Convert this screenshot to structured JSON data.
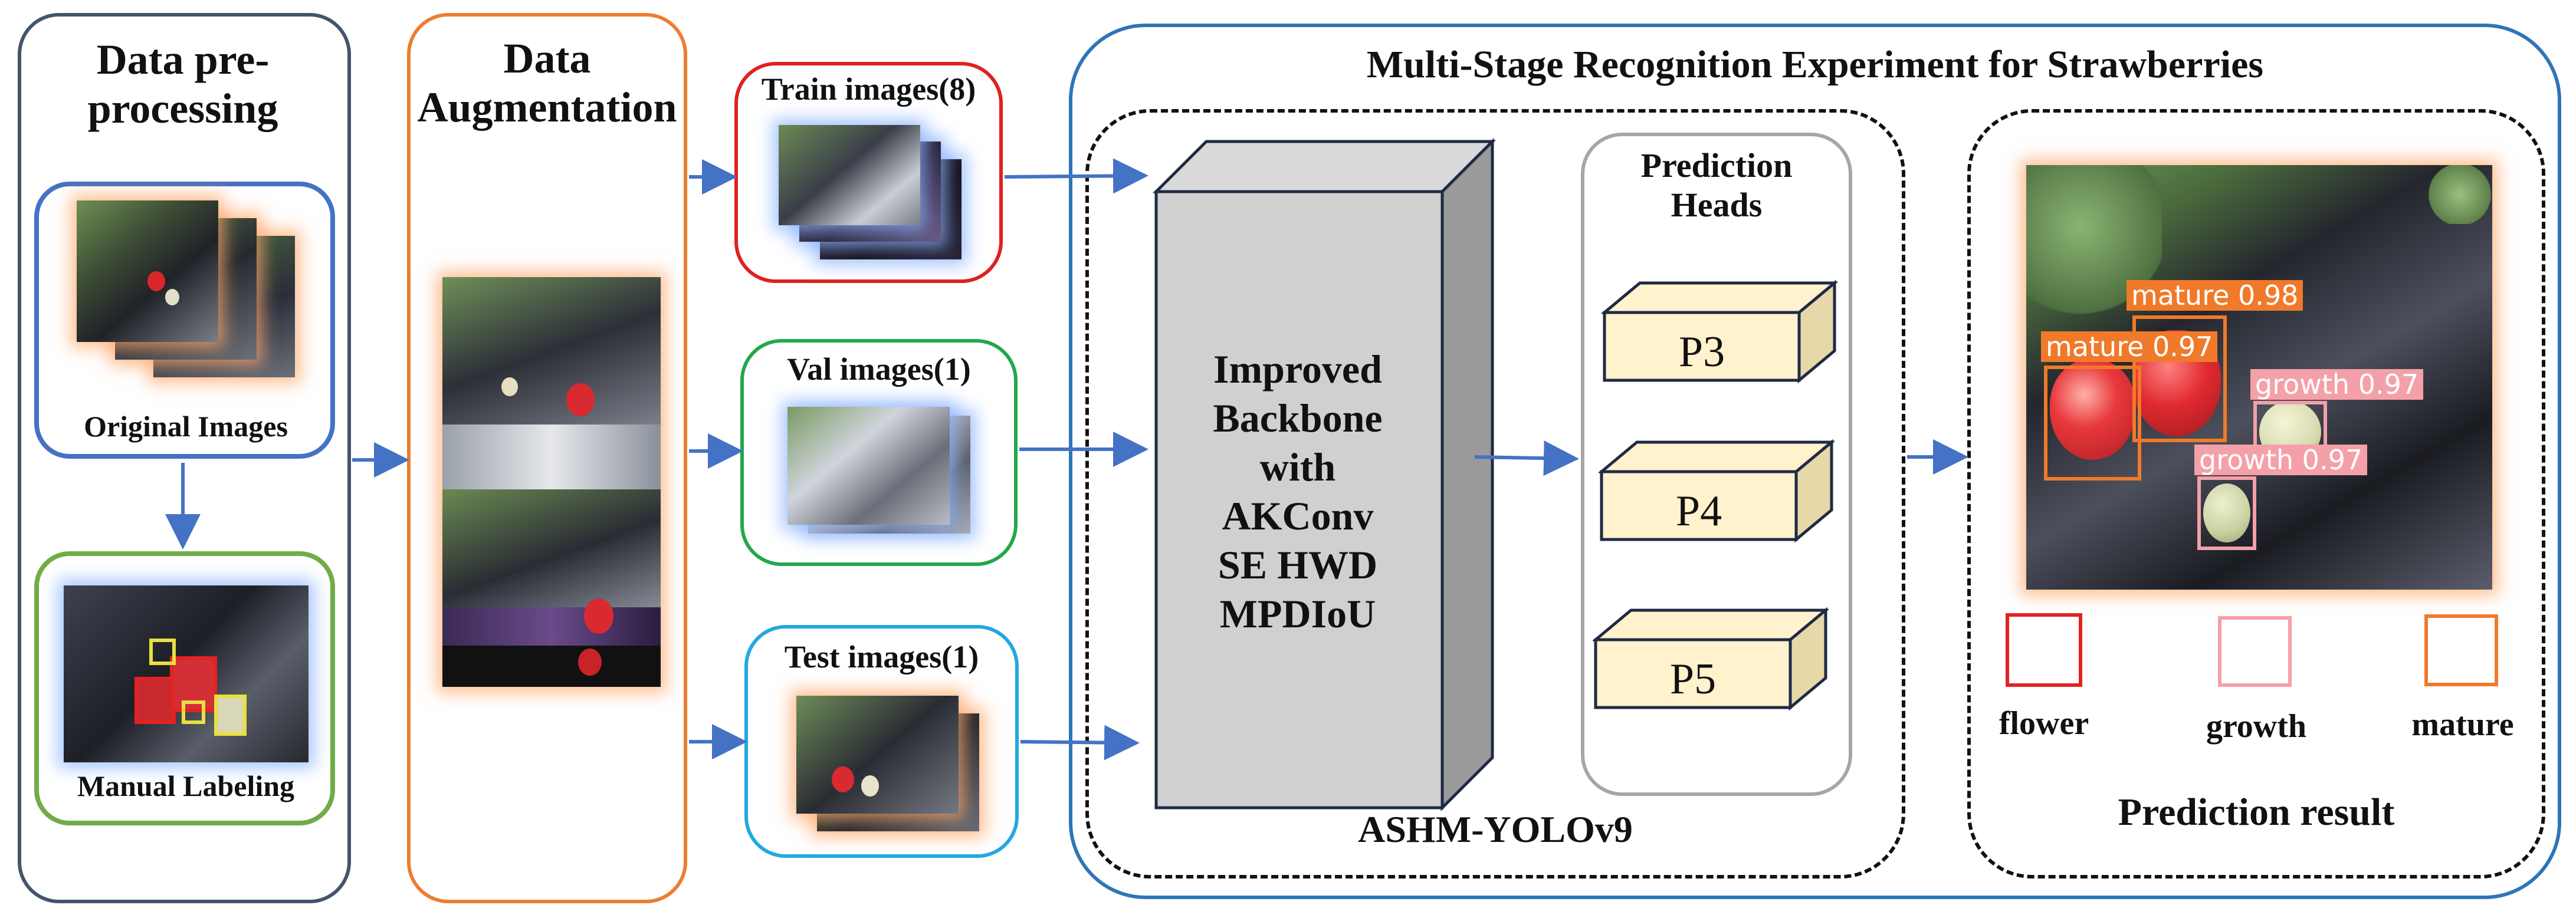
{
  "colors": {
    "arrow": "#4472C4",
    "preprocess_border": "#44546A",
    "augment_border": "#ED7D31",
    "train_border": "#E02020",
    "val_border": "#22A84A",
    "test_border": "#22A8E0",
    "original_border": "#4472C4",
    "labeling_border": "#70AD47",
    "experiment_border": "#2E75B6",
    "heads_border": "#A6A6A6",
    "flower": "#E32222",
    "growth": "#F4A0A8",
    "mature": "#F07A2A"
  },
  "preprocessing": {
    "title": "Data pre-processing",
    "original_label": "Original Images",
    "labeling_label": "Manual Labeling"
  },
  "augmentation": {
    "title": "Data Augmentation"
  },
  "splits": {
    "train": "Train images(8)",
    "val": "Val images(1)",
    "test": "Test images(1)"
  },
  "experiment": {
    "title": "Multi-Stage Recognition Experiment for Strawberries",
    "model_name": "ASHM-YOLOv9",
    "backbone_lines": [
      "Improved",
      "Backbone",
      "with",
      "AKConv",
      "SE HWD",
      "MPDIoU"
    ],
    "heads_title": "Prediction Heads",
    "heads": [
      "P3",
      "P4",
      "P5"
    ]
  },
  "prediction": {
    "title": "Prediction result",
    "detections": [
      {
        "label": "mature 0.98",
        "cls": "mature"
      },
      {
        "label": "mature 0.97",
        "cls": "mature"
      },
      {
        "label": "growth 0.97",
        "cls": "growth"
      },
      {
        "label": "growth 0.97",
        "cls": "growth"
      }
    ],
    "legend": [
      {
        "name": "flower",
        "color": "#E32222"
      },
      {
        "name": "growth",
        "color": "#F4A0A8"
      },
      {
        "name": "mature",
        "color": "#F07A2A"
      }
    ]
  }
}
